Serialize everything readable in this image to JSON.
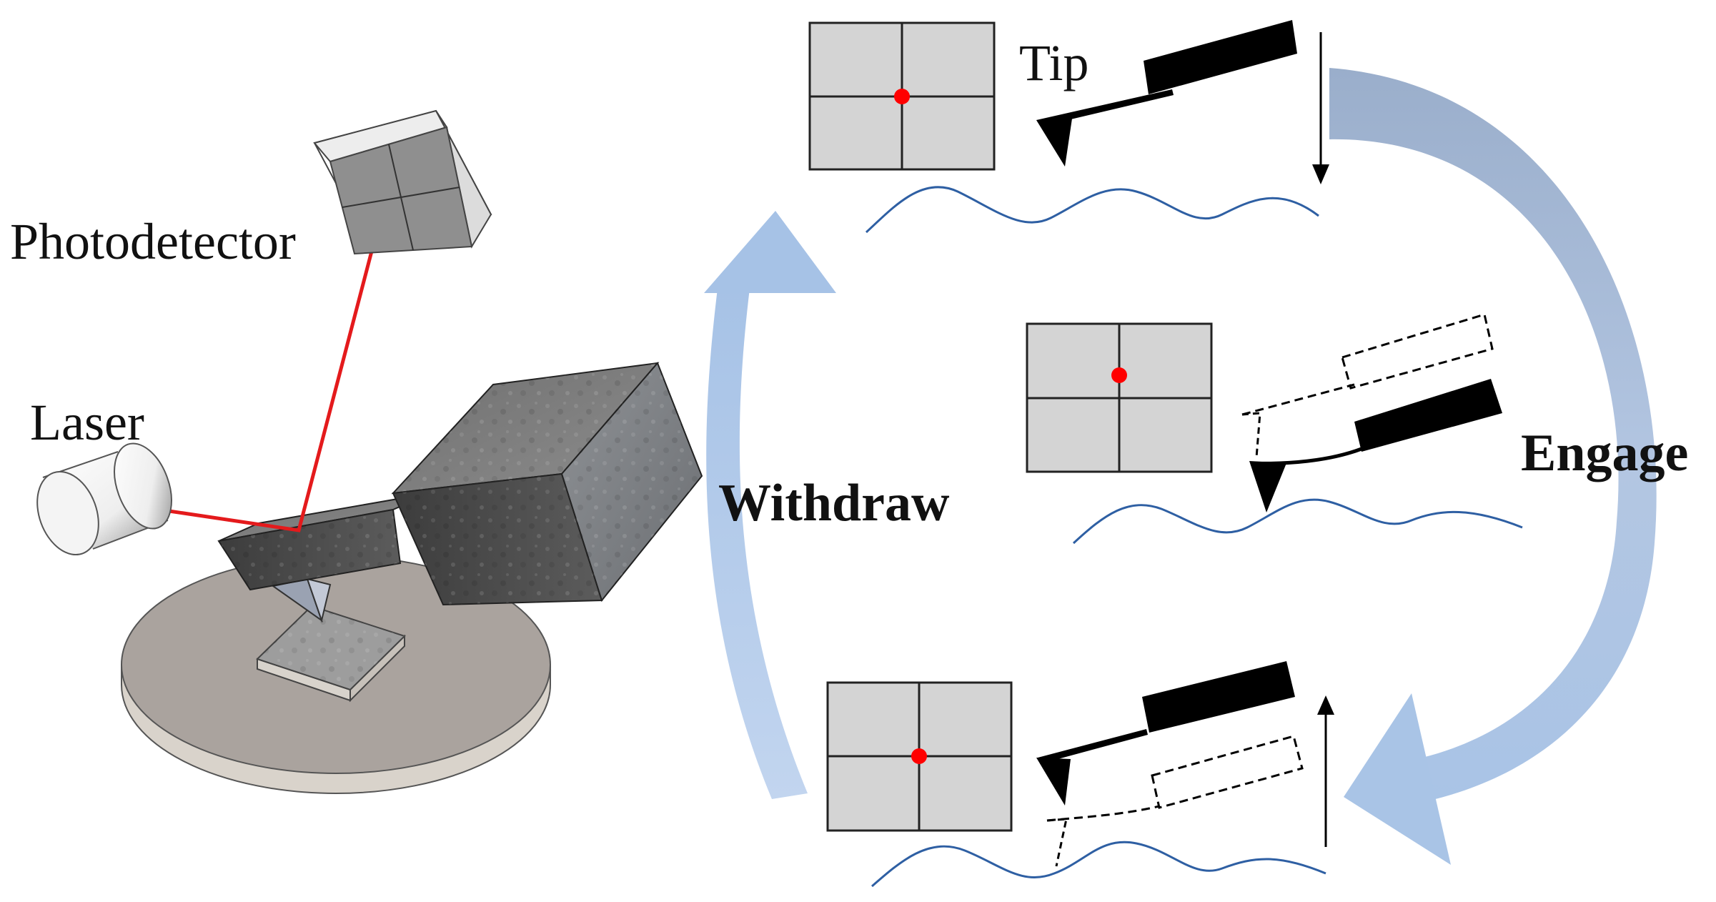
{
  "labels": {
    "photodetector": "Photodetector",
    "laser": "Laser",
    "tip": "Tip",
    "withdraw": "Withdraw",
    "engage": "Engage"
  },
  "colors": {
    "laser_beam": "#e41a1c",
    "laser_spot": "#ff0000",
    "surface_wave": "#2e5fa3",
    "cycle_arrow_light": "#a9c4e6",
    "cycle_arrow_dark": "#9aaecb",
    "detector_panel": "#d4d4d4",
    "stage": "#aaa39e",
    "cantilever": "#000000"
  },
  "icons": {
    "photodetector": "quadrant-photodetector-icon",
    "laser": "laser-cylinder-icon",
    "probe": "afm-probe-block-icon",
    "stage": "sample-stage-icon"
  }
}
